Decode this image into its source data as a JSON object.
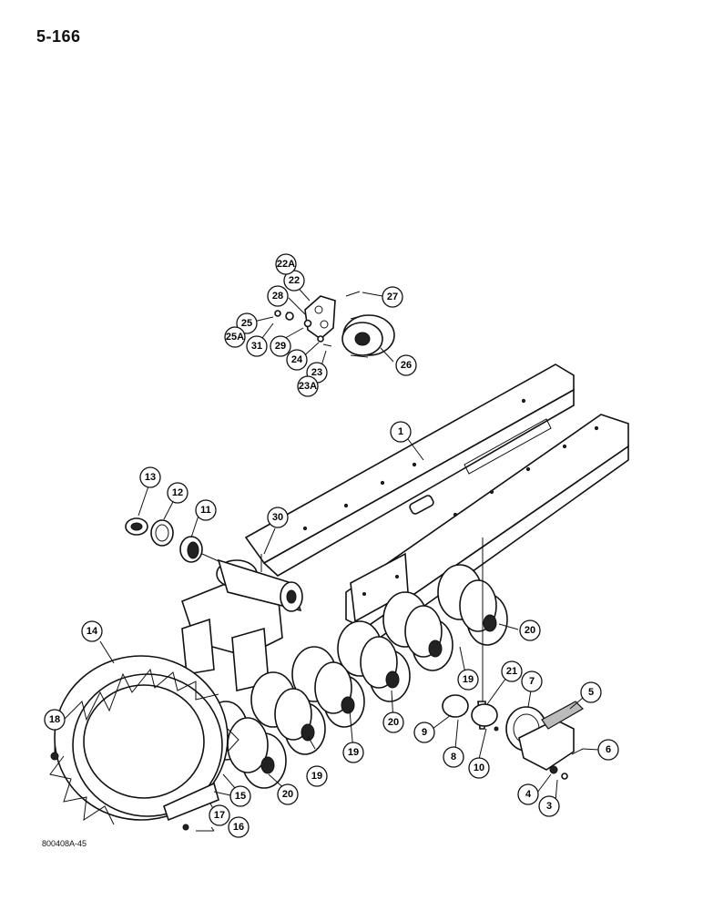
{
  "page_number": "5-166",
  "figure_code": "800408A-45",
  "callouts": [
    {
      "id": "c1",
      "label": "1"
    },
    {
      "id": "c3",
      "label": "3"
    },
    {
      "id": "c4",
      "label": "4"
    },
    {
      "id": "c5",
      "label": "5"
    },
    {
      "id": "c6",
      "label": "6"
    },
    {
      "id": "c7",
      "label": "7"
    },
    {
      "id": "c8",
      "label": "8"
    },
    {
      "id": "c9",
      "label": "9"
    },
    {
      "id": "c10",
      "label": "10"
    },
    {
      "id": "c11",
      "label": "11"
    },
    {
      "id": "c12",
      "label": "12"
    },
    {
      "id": "c13",
      "label": "13"
    },
    {
      "id": "c14",
      "label": "14"
    },
    {
      "id": "c15",
      "label": "15"
    },
    {
      "id": "c16",
      "label": "16"
    },
    {
      "id": "c17",
      "label": "17"
    },
    {
      "id": "c18",
      "label": "18"
    },
    {
      "id": "c19a",
      "label": "19"
    },
    {
      "id": "c19b",
      "label": "19"
    },
    {
      "id": "c19c",
      "label": "19"
    },
    {
      "id": "c20a",
      "label": "20"
    },
    {
      "id": "c20b",
      "label": "20"
    },
    {
      "id": "c20c",
      "label": "20"
    },
    {
      "id": "c21",
      "label": "21"
    },
    {
      "id": "c22",
      "label": "22"
    },
    {
      "id": "c22a",
      "label": "22A"
    },
    {
      "id": "c23",
      "label": "23"
    },
    {
      "id": "c23a",
      "label": "23A"
    },
    {
      "id": "c24",
      "label": "24"
    },
    {
      "id": "c25",
      "label": "25"
    },
    {
      "id": "c25a",
      "label": "25A"
    },
    {
      "id": "c26",
      "label": "26"
    },
    {
      "id": "c27",
      "label": "27"
    },
    {
      "id": "c28",
      "label": "28"
    },
    {
      "id": "c29",
      "label": "29"
    },
    {
      "id": "c30",
      "label": "30"
    },
    {
      "id": "c31",
      "label": "31"
    }
  ]
}
